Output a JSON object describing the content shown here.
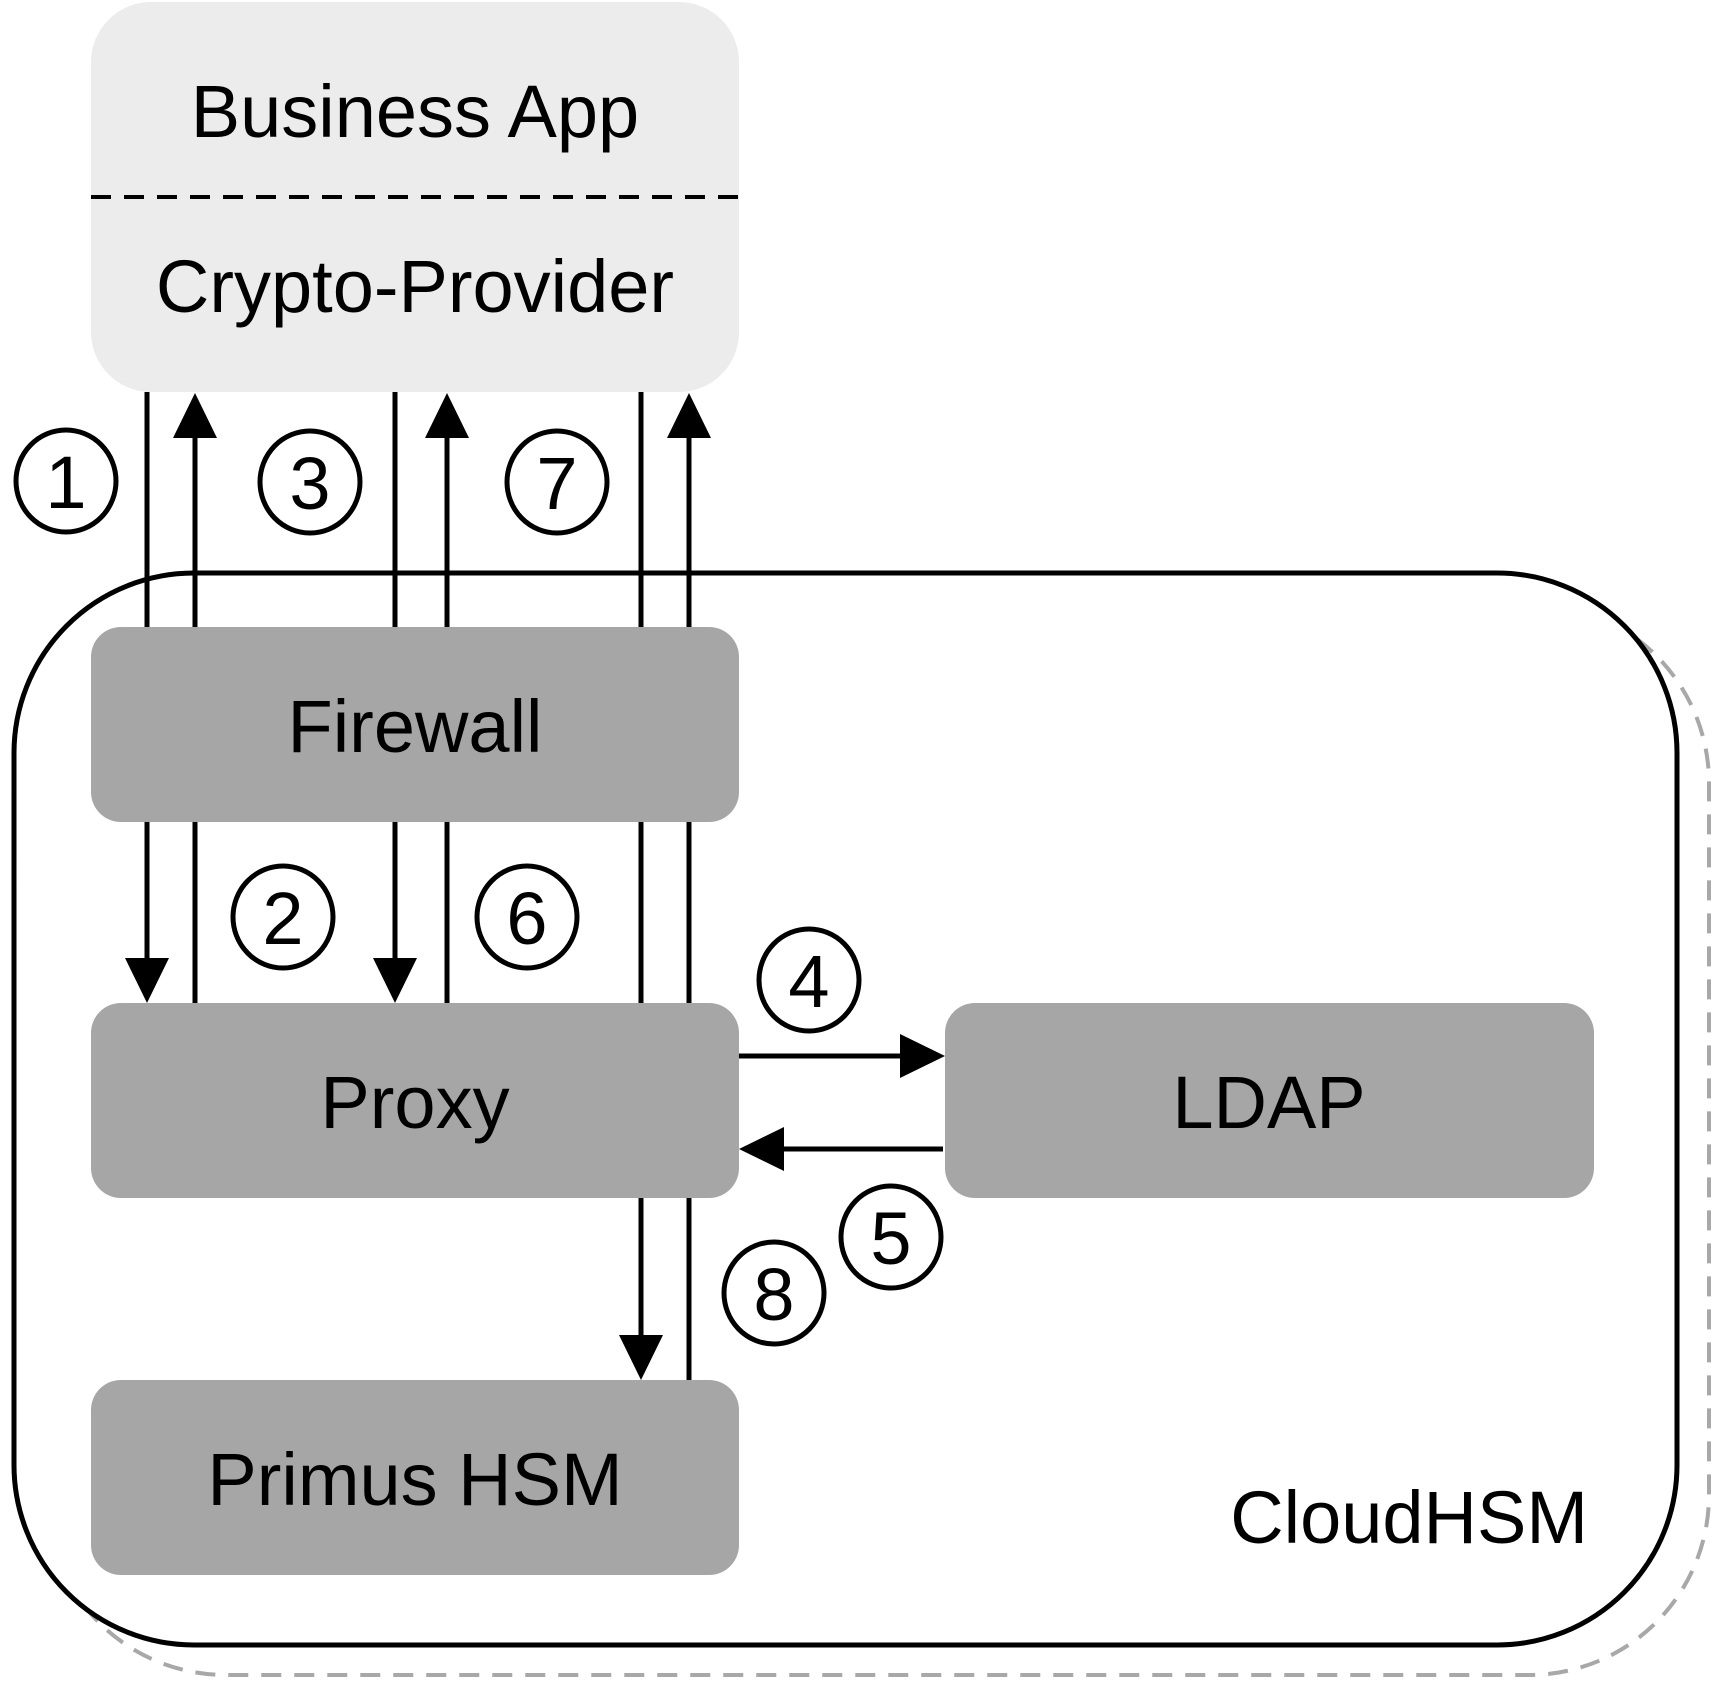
{
  "diagram": {
    "title": "CloudHSM request flow",
    "colors": {
      "client_box": "#ececec",
      "component_box": "#a6a6a6",
      "stroke": "#000000",
      "dashed_outline": "#a8a8a8",
      "background": "#ffffff"
    },
    "client": {
      "upper_label": "Business App",
      "lower_label": "Crypto-Provider"
    },
    "container": {
      "label": "CloudHSM"
    },
    "components": {
      "firewall": "Firewall",
      "proxy": "Proxy",
      "ldap": "LDAP",
      "hsm": "Primus HSM"
    },
    "steps": [
      {
        "id": "1",
        "label": "1",
        "from": "Crypto-Provider",
        "to": "Firewall"
      },
      {
        "id": "2",
        "label": "2",
        "from": "Firewall",
        "to": "Proxy"
      },
      {
        "id": "3",
        "label": "3",
        "from": "Firewall",
        "to": "Crypto-Provider"
      },
      {
        "id": "4",
        "label": "4",
        "from": "Proxy",
        "to": "LDAP"
      },
      {
        "id": "5",
        "label": "5",
        "from": "LDAP",
        "to": "Proxy"
      },
      {
        "id": "6",
        "label": "6",
        "from": "Firewall",
        "to": "Proxy"
      },
      {
        "id": "7",
        "label": "7",
        "from": "Firewall",
        "to": "Crypto-Provider"
      },
      {
        "id": "8",
        "label": "8",
        "from": "Proxy",
        "to": "Primus HSM"
      }
    ]
  }
}
